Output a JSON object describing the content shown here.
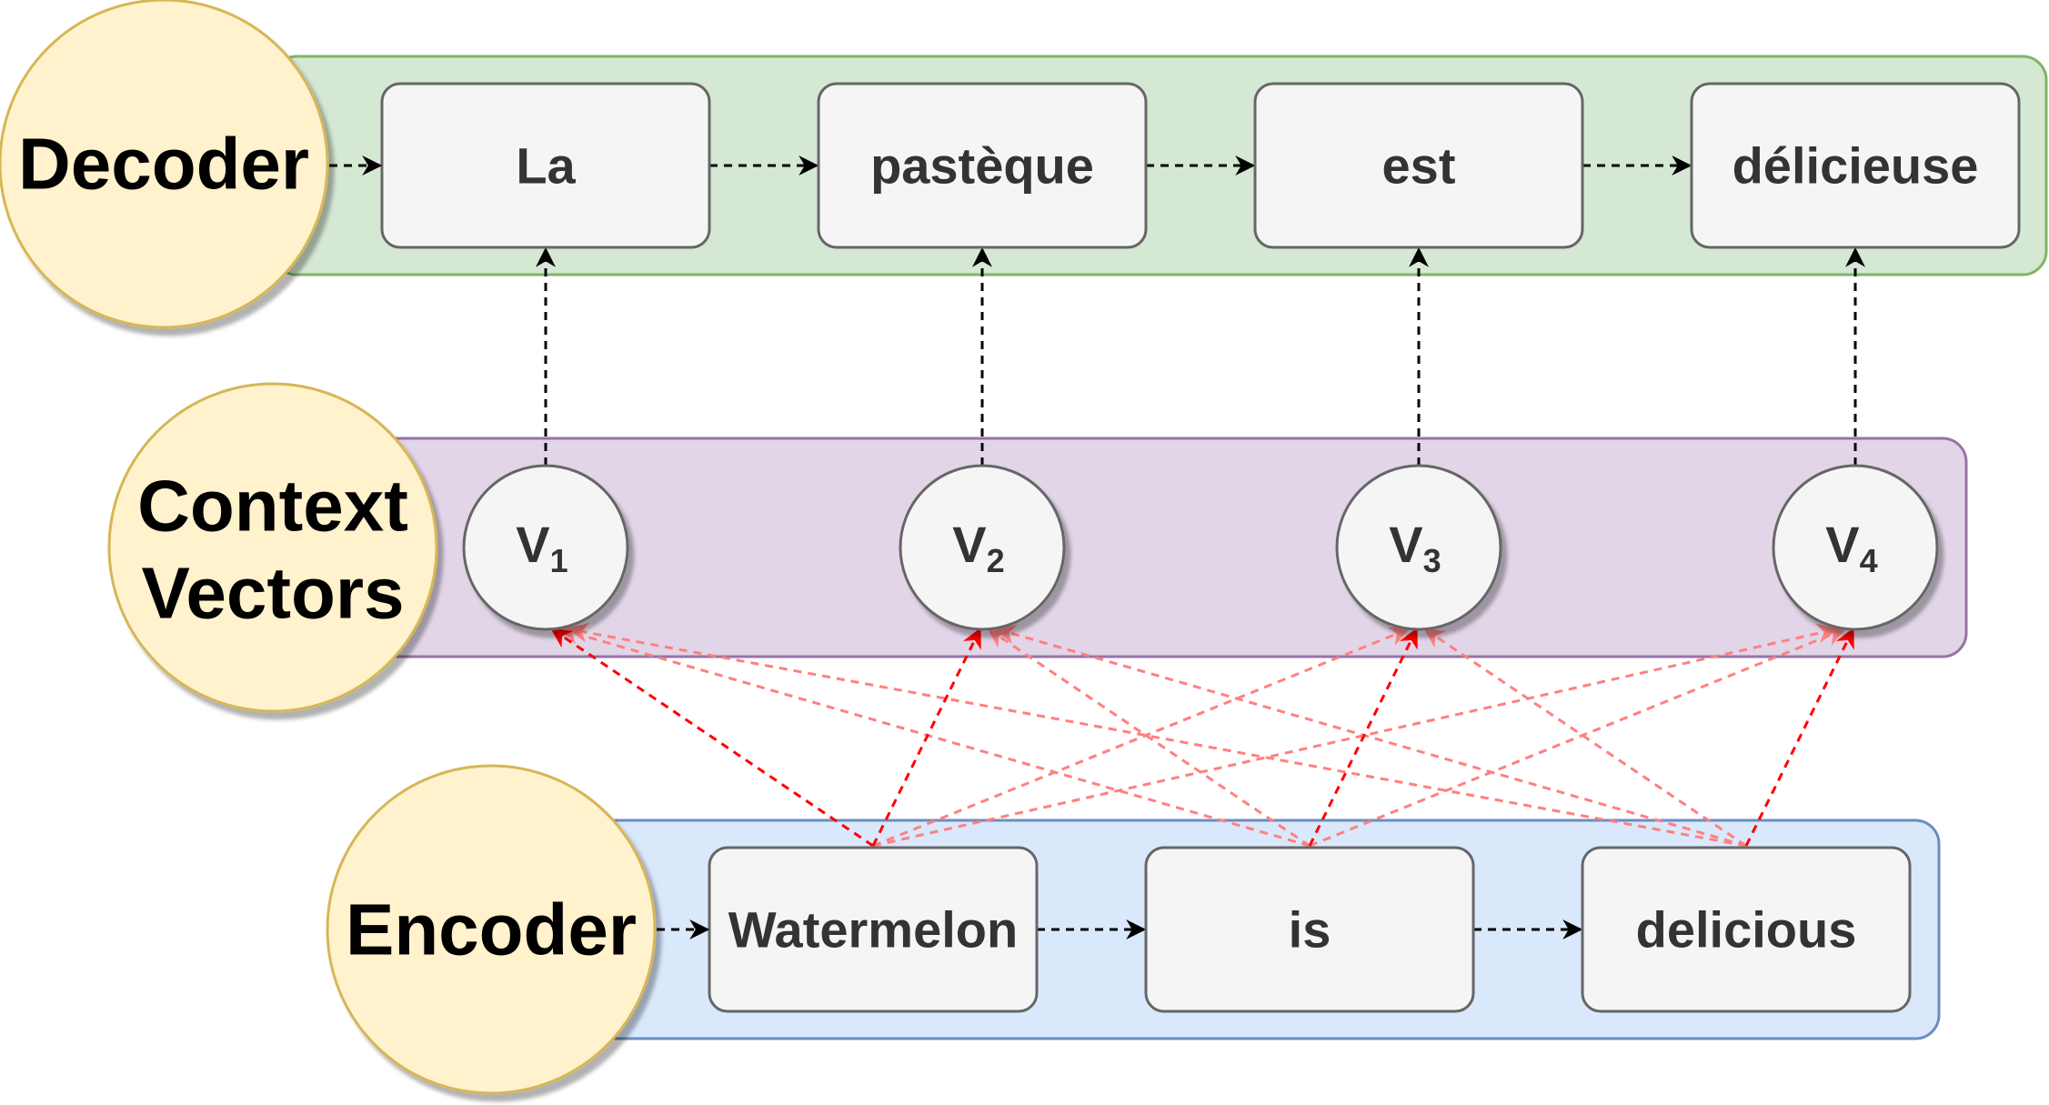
{
  "labels": {
    "decoder": "Decoder",
    "context_line1": "Context",
    "context_line2": "Vectors",
    "encoder": "Encoder"
  },
  "decoder_words": [
    "La",
    "pastèque",
    "est",
    "délicieuse"
  ],
  "context_vectors": [
    {
      "base": "V",
      "sub": "1"
    },
    {
      "base": "V",
      "sub": "2"
    },
    {
      "base": "V",
      "sub": "3"
    },
    {
      "base": "V",
      "sub": "4"
    }
  ],
  "encoder_words": [
    "Watermelon",
    "is",
    "delicious"
  ],
  "colors": {
    "decoder_band": "#d5e8d4",
    "decoder_band_border": "#82b366",
    "context_band": "#e1d5e7",
    "context_band_border": "#9673a6",
    "encoder_band": "#dae8fc",
    "encoder_band_border": "#6c8ebf",
    "label_circle": "#fff2cc",
    "label_circle_border": "#d6b656",
    "node_fill": "#f5f5f5",
    "node_border": "#666666",
    "attention_strong": "#ff0000",
    "attention_weak": "#ff8080"
  }
}
